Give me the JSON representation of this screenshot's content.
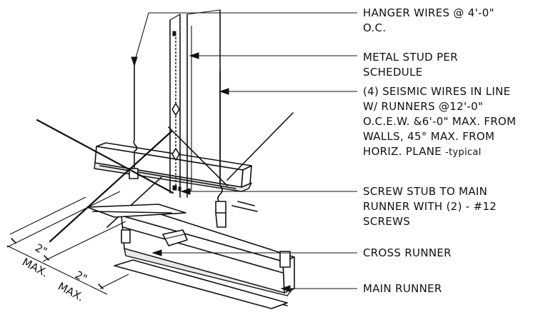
{
  "callouts": {
    "hanger_wires": [
      "HANGER WIRES @ 4'-0\"",
      "O.C."
    ],
    "metal_stud": [
      "METAL STUD PER",
      "SCHEDULE"
    ],
    "seismic_wires": [
      "(4) SEISMIC WIRES IN LINE",
      "W/ RUNNERS @12'-0\"",
      "O.C.E.W. &6'-0\" MAX. FROM",
      "WALLS, 45° MAX. FROM",
      "HORIZ. PLANE"
    ],
    "seismic_wires_suffix": "-typical",
    "screw_stub": [
      "SCREW STUB TO MAIN",
      "RUNNER WITH (2) - #12",
      "SCREWS"
    ],
    "cross_runner": "CROSS RUNNER",
    "main_runner": "MAIN RUNNER"
  },
  "dimensions": {
    "dim_upper_value": "2\"",
    "dim_upper_max": "MAX.",
    "dim_lower_value": "2\"",
    "dim_lower_max": "MAX."
  },
  "colors": {
    "ink": "#111111",
    "background": "#ffffff"
  }
}
